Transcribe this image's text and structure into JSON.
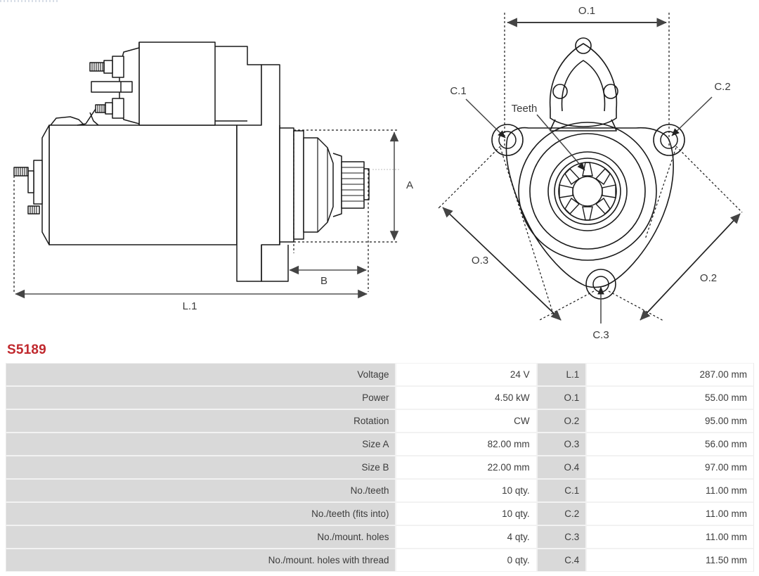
{
  "part": {
    "code": "S5189",
    "accent_color": "#c0282d"
  },
  "drawings": {
    "side_view": {
      "name": "starter-motor-side-view",
      "dimension_labels": {
        "length": "L.1",
        "size_a": "A",
        "size_b": "B"
      }
    },
    "front_view": {
      "name": "starter-motor-front-view",
      "dimension_labels": {
        "o1": "O.1",
        "o2": "O.2",
        "o3": "O.3",
        "c1": "C.1",
        "c2": "C.2",
        "c3": "C.3",
        "teeth": "Teeth"
      }
    }
  },
  "spec_table": {
    "rows": [
      {
        "label": "Voltage",
        "value": "24 V",
        "code": "L.1",
        "dim": "287.00 mm"
      },
      {
        "label": "Power",
        "value": "4.50 kW",
        "code": "O.1",
        "dim": "55.00 mm"
      },
      {
        "label": "Rotation",
        "value": "CW",
        "code": "O.2",
        "dim": "95.00 mm"
      },
      {
        "label": "Size A",
        "value": "82.00 mm",
        "code": "O.3",
        "dim": "56.00 mm"
      },
      {
        "label": "Size B",
        "value": "22.00 mm",
        "code": "O.4",
        "dim": "97.00 mm"
      },
      {
        "label": "No./teeth",
        "value": "10 qty.",
        "code": "C.1",
        "dim": "11.00 mm"
      },
      {
        "label": "No./teeth (fits into)",
        "value": "10 qty.",
        "code": "C.2",
        "dim": "11.00 mm"
      },
      {
        "label": "No./mount. holes",
        "value": "4 qty.",
        "code": "C.3",
        "dim": "11.00 mm"
      },
      {
        "label": "No./mount. holes with thread",
        "value": "0 qty.",
        "code": "C.4",
        "dim": "11.50 mm"
      }
    ]
  }
}
